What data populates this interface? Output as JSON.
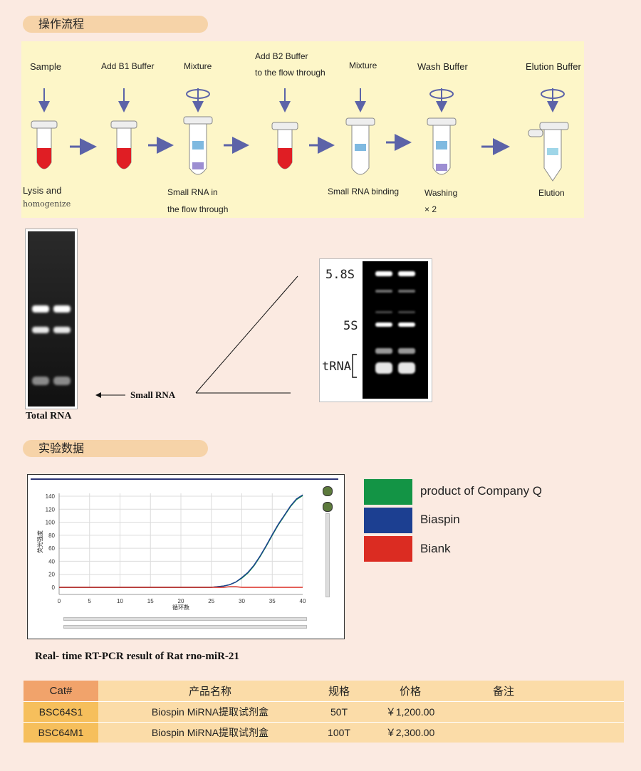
{
  "sections": {
    "workflow_title": "操作流程",
    "data_title": "实验数据"
  },
  "workflow": {
    "top_labels": [
      "Sample",
      "Add B1 Buffer",
      "Mixture",
      "Add B2 Buffer",
      "to the flow through",
      "Mixture",
      "Wash Buffer",
      "Elution Buffer"
    ],
    "bottom_labels": [
      "Lysis and",
      "homogenize",
      "Small RNA in",
      "the flow through",
      "Small RNA binding",
      "Washing",
      "× 2",
      "Elution"
    ]
  },
  "gel": {
    "total_label": "Total RNA",
    "small_label": "Small RNA",
    "band_58s": "5.8S",
    "band_5s": "5S",
    "band_trna": "tRNA"
  },
  "chart_data": {
    "type": "line",
    "xlabel": "循环数",
    "ylabel": "荧光强度",
    "xlim": [
      0,
      40
    ],
    "ylim": [
      0,
      140
    ],
    "xticks": [
      0,
      5,
      10,
      15,
      20,
      25,
      30,
      35,
      40
    ],
    "yticks": [
      0,
      20,
      40,
      60,
      80,
      100,
      120,
      140
    ],
    "x": [
      0,
      5,
      10,
      15,
      20,
      25,
      26,
      27,
      28,
      29,
      30,
      31,
      32,
      33,
      34,
      35,
      36,
      37,
      38,
      39,
      40
    ],
    "series": [
      {
        "name": "product of Company Q",
        "color": "#139445",
        "values": [
          0,
          0,
          0,
          0,
          0,
          0,
          1,
          2,
          4,
          8,
          14,
          22,
          33,
          47,
          63,
          80,
          96,
          110,
          124,
          135,
          141
        ]
      },
      {
        "name": "Biaspin",
        "color": "#1c3f91",
        "values": [
          0,
          0,
          0,
          0,
          0,
          0,
          1,
          2,
          4,
          8,
          15,
          23,
          34,
          48,
          64,
          81,
          97,
          111,
          125,
          136,
          142
        ]
      },
      {
        "name": "Biank",
        "color": "#db2c22",
        "values": [
          0,
          0,
          0,
          0,
          0,
          0,
          0,
          0,
          1,
          1,
          0,
          0,
          0,
          0,
          0,
          0,
          0,
          0,
          0,
          0,
          0
        ]
      }
    ],
    "grid": true,
    "caption": "Real- time RT-PCR result of Rat rno-miR-21"
  },
  "table": {
    "headers": [
      "Cat#",
      "产品名称",
      "规格",
      "价格",
      "备注"
    ],
    "rows": [
      [
        "BSC64S1",
        "Biospin MiRNA提取试剂盒",
        "50T",
        "￥1,200.00",
        ""
      ],
      [
        "BSC64M1",
        "Biospin MiRNA提取试剂盒",
        "100T",
        "￥2,300.00",
        ""
      ]
    ]
  }
}
